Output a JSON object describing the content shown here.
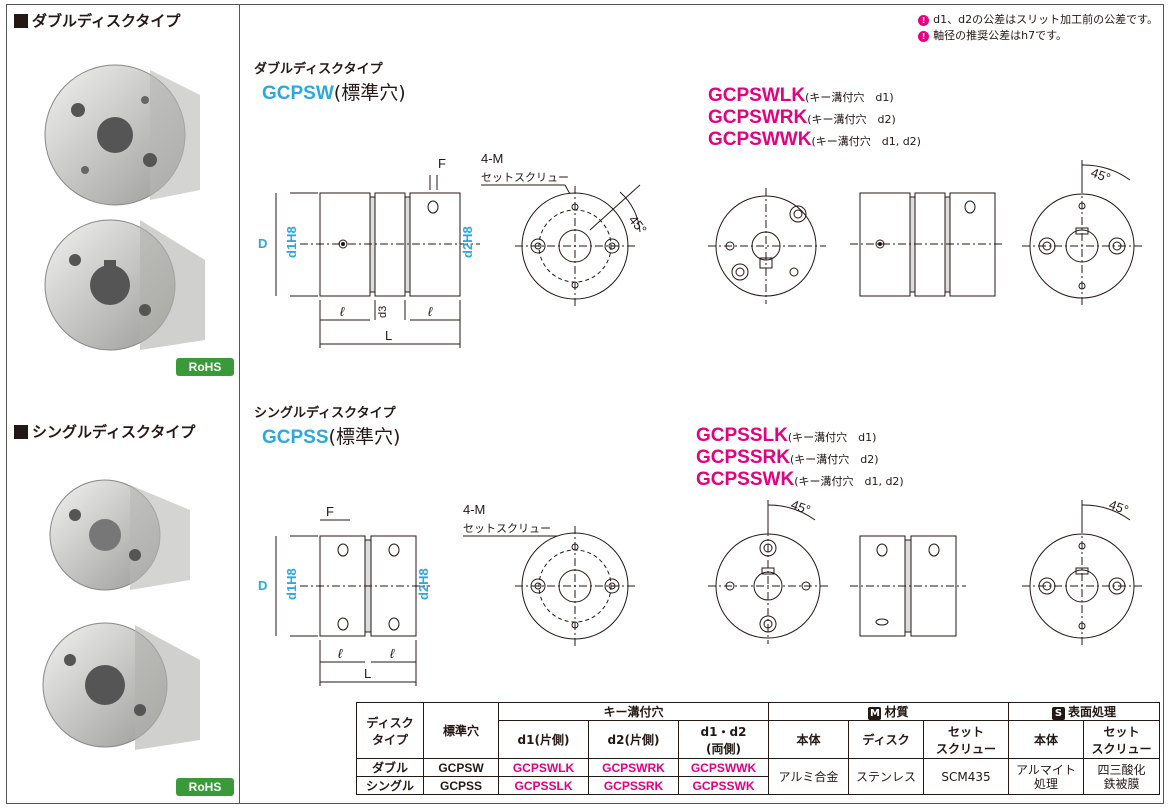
{
  "left": {
    "double_title": "ダブルディスクタイプ",
    "single_title": "シングルディスクタイプ",
    "rohs": "RoHS"
  },
  "notes": [
    "d1、d2の公差はスリット加工前の公差です。",
    "軸径の推奨公差はh7です。"
  ],
  "double": {
    "subhead": "ダブルディスクタイプ",
    "std_code": "GCPSW",
    "std_suffix": "(標準穴)",
    "variants": [
      {
        "code": "GCPSWLK",
        "suffix": "(キー溝付穴　d1)"
      },
      {
        "code": "GCPSWRK",
        "suffix": "(キー溝付穴　d2)"
      },
      {
        "code": "GCPSWWK",
        "suffix": "(キー溝付穴　d1, d2)"
      }
    ]
  },
  "single": {
    "subhead": "シングルディスクタイプ",
    "std_code": "GCPSS",
    "std_suffix": "(標準穴)",
    "variants": [
      {
        "code": "GCPSSLK",
        "suffix": "(キー溝付穴　d1)"
      },
      {
        "code": "GCPSSRK",
        "suffix": "(キー溝付穴　d2)"
      },
      {
        "code": "GCPSSWK",
        "suffix": "(キー溝付穴　d1, d2)"
      }
    ]
  },
  "dims": {
    "D": "D",
    "d1": "d1H8",
    "d2": "d2H8",
    "d3": "d3",
    "F": "F",
    "l": "ℓ",
    "L": "L",
    "screw": "4-M",
    "screw_label": "セットスクリュー",
    "angle": "45°"
  },
  "table": {
    "h_type": "ディスク\nタイプ",
    "h_std": "標準穴",
    "h_key": "キー溝付穴",
    "h_d1": "d1(片側)",
    "h_d2": "d2(片側)",
    "h_d12": "d1・d2\n(両側)",
    "h_material": "材質",
    "h_surface": "表面処理",
    "h_body": "本体",
    "h_disc": "ディスク",
    "h_screw": "セット\nスクリュー",
    "h_body2": "本体",
    "h_screw2": "セット\nスクリュー",
    "material_tag": "M",
    "surface_tag": "S",
    "rows": [
      {
        "type": "ダブル",
        "std": "GCPSW",
        "d1": "GCPSWLK",
        "d2": "GCPSWRK",
        "d12": "GCPSWWK"
      },
      {
        "type": "シングル",
        "std": "GCPSS",
        "d1": "GCPSSLK",
        "d2": "GCPSSRK",
        "d12": "GCPSSWK"
      }
    ],
    "body_mat": "アルミ合金",
    "disc_mat": "ステンレス",
    "screw_mat": "SCM435",
    "body_surf": "アルマイト\n処理",
    "screw_surf": "四三酸化\n鉄被膜"
  }
}
